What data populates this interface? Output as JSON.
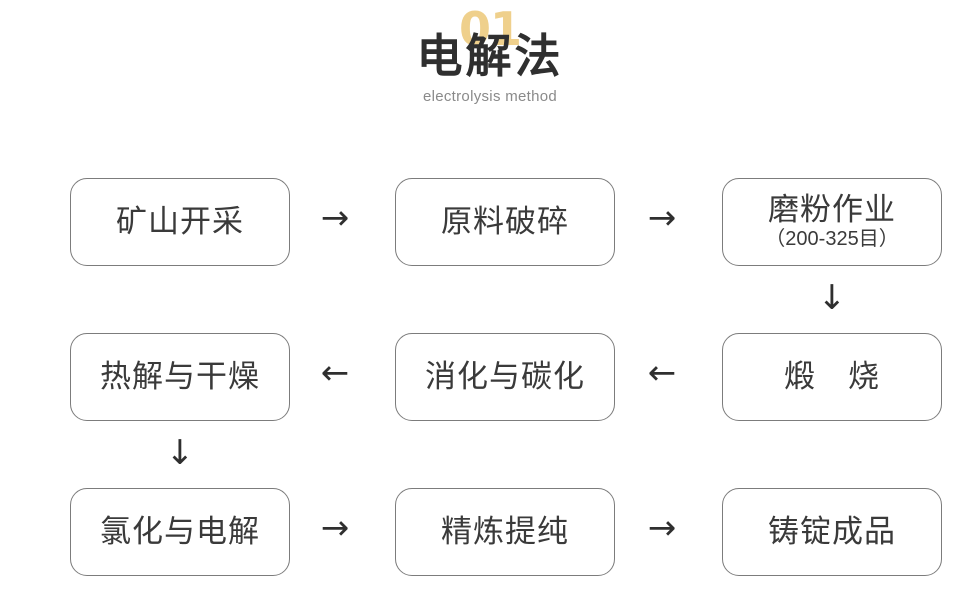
{
  "header": {
    "number": "01",
    "title": "电解法",
    "subtitle": "electrolysis method",
    "number_color": "#EFD08C",
    "title_color": "#2f2f2f",
    "subtitle_color": "#8a8a8a"
  },
  "flow": {
    "nodes": [
      {
        "id": "mining",
        "label": "矿山开采",
        "sublabel": ""
      },
      {
        "id": "crushing",
        "label": "原料破碎",
        "sublabel": ""
      },
      {
        "id": "milling",
        "label": "磨粉作业",
        "sublabel": "（200-325目）"
      },
      {
        "id": "pyrolysis",
        "label": "热解与干燥",
        "sublabel": ""
      },
      {
        "id": "carbonation",
        "label": "消化与碳化",
        "sublabel": ""
      },
      {
        "id": "calcination",
        "label": "煅　烧",
        "sublabel": ""
      },
      {
        "id": "electrolysis",
        "label": "氯化与电解",
        "sublabel": ""
      },
      {
        "id": "refining",
        "label": "精炼提纯",
        "sublabel": ""
      },
      {
        "id": "ingot",
        "label": "铸锭成品",
        "sublabel": ""
      }
    ],
    "arrows": [
      {
        "id": "mining-to-crushing",
        "glyph": "→"
      },
      {
        "id": "crushing-to-milling",
        "glyph": "→"
      },
      {
        "id": "milling-to-calcination",
        "glyph": "↓"
      },
      {
        "id": "calcination-to-carbonation",
        "glyph": "←"
      },
      {
        "id": "carbonation-to-pyrolysis",
        "glyph": "←"
      },
      {
        "id": "pyrolysis-to-electrolysis",
        "glyph": "↓"
      },
      {
        "id": "electrolysis-to-refining",
        "glyph": "→"
      },
      {
        "id": "refining-to-ingot",
        "glyph": "→"
      }
    ]
  }
}
